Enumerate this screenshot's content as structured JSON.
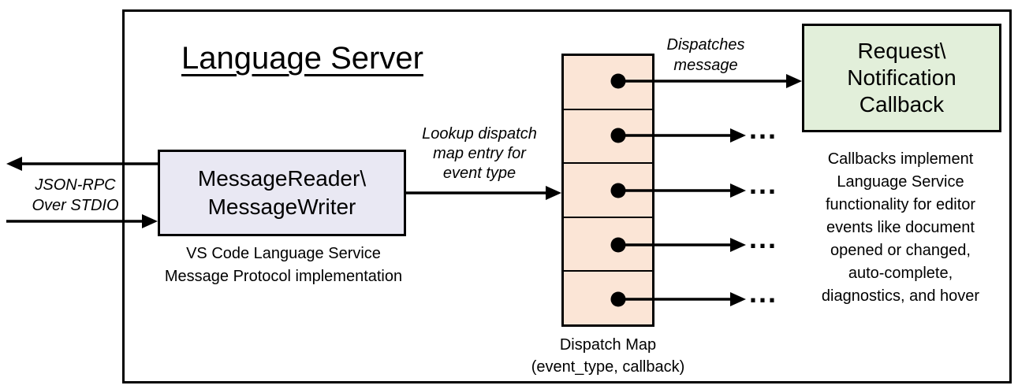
{
  "title": "Language Server",
  "stdio": {
    "label": "JSON-RPC\nOver STDIO"
  },
  "message_box": {
    "label": "MessageReader\\\nMessageWriter",
    "caption": "VS Code Language Service\nMessage Protocol implementation",
    "fill": "#e9e8f3"
  },
  "lookup": {
    "label": "Lookup dispatch\nmap entry for\nevent type"
  },
  "dispatch_map": {
    "caption": "Dispatch Map\n(event_type, callback)",
    "fill": "#fbe5d6",
    "rows": 5
  },
  "dispatches": {
    "label": "Dispatches\nmessage"
  },
  "callback_box": {
    "label": "Request\\\nNotification\nCallback",
    "fill": "#e2efda"
  },
  "ellipsis": "...",
  "right_note": "Callbacks implement\nLanguage Service\nfunctionality for editor\nevents like document\nopened or changed,\nauto-complete,\ndiagnostics, and hover",
  "line_color": "#000000"
}
